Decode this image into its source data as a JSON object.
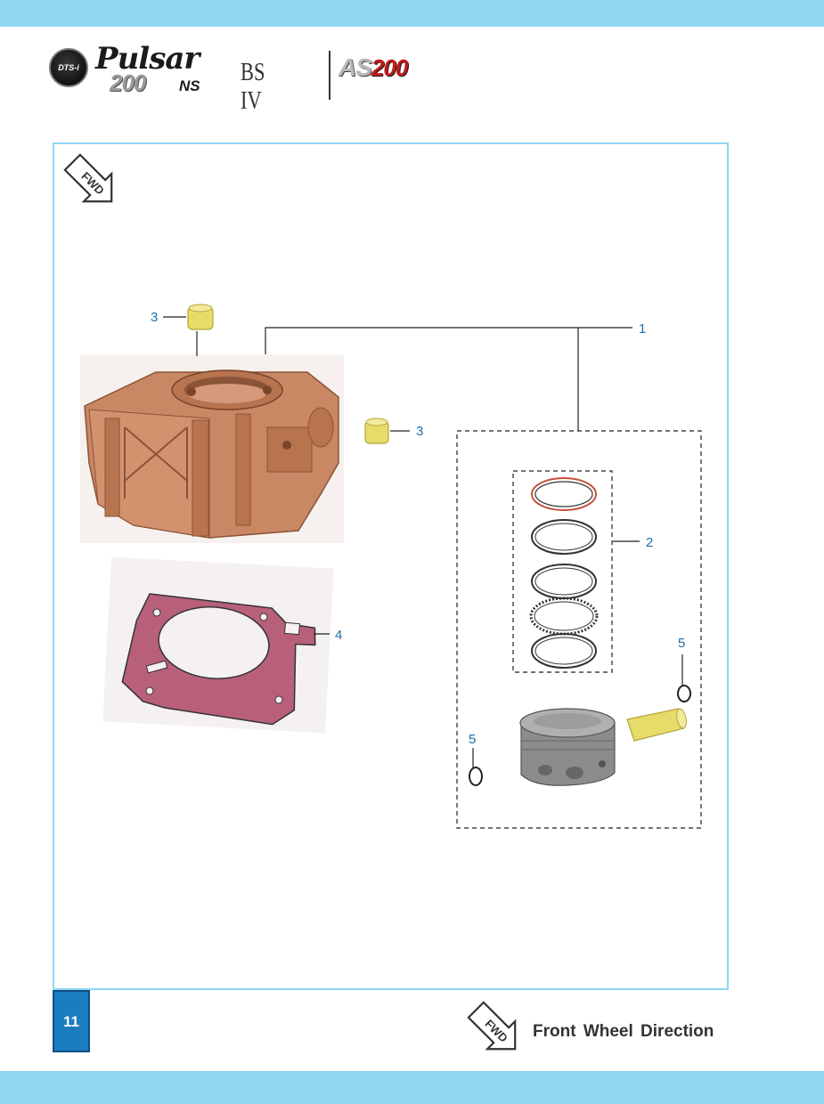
{
  "header": {
    "badge_text": "DTS-i",
    "brand_script": "Pulsar",
    "brand_model": "200",
    "brand_model_suffix": "NS",
    "emission_label": "BS IV",
    "second_model_letters": "AS",
    "second_model_number": "200"
  },
  "diagram": {
    "fwd_arrow_label": "FWD",
    "callouts": {
      "cylinder_assembly": "1",
      "piston_rings": "2",
      "dowel_pin_top": "3",
      "dowel_pin_right": "3",
      "gasket": "4",
      "circlip_right": "5",
      "circlip_left": "5"
    }
  },
  "footer": {
    "page_number": "11",
    "legend_arrow_label": "FWD",
    "legend_label": "Front Wheel Direction"
  },
  "colors": {
    "band": "#8fd6f3",
    "frame": "#8fd6f3",
    "callout_text": "#1f6ea8",
    "page_number_box": "#1c7cc0",
    "cylinder": "#c98763",
    "gasket": "#b8607a",
    "piston": "#8c8c8c",
    "pin": "#e6dc6a"
  }
}
